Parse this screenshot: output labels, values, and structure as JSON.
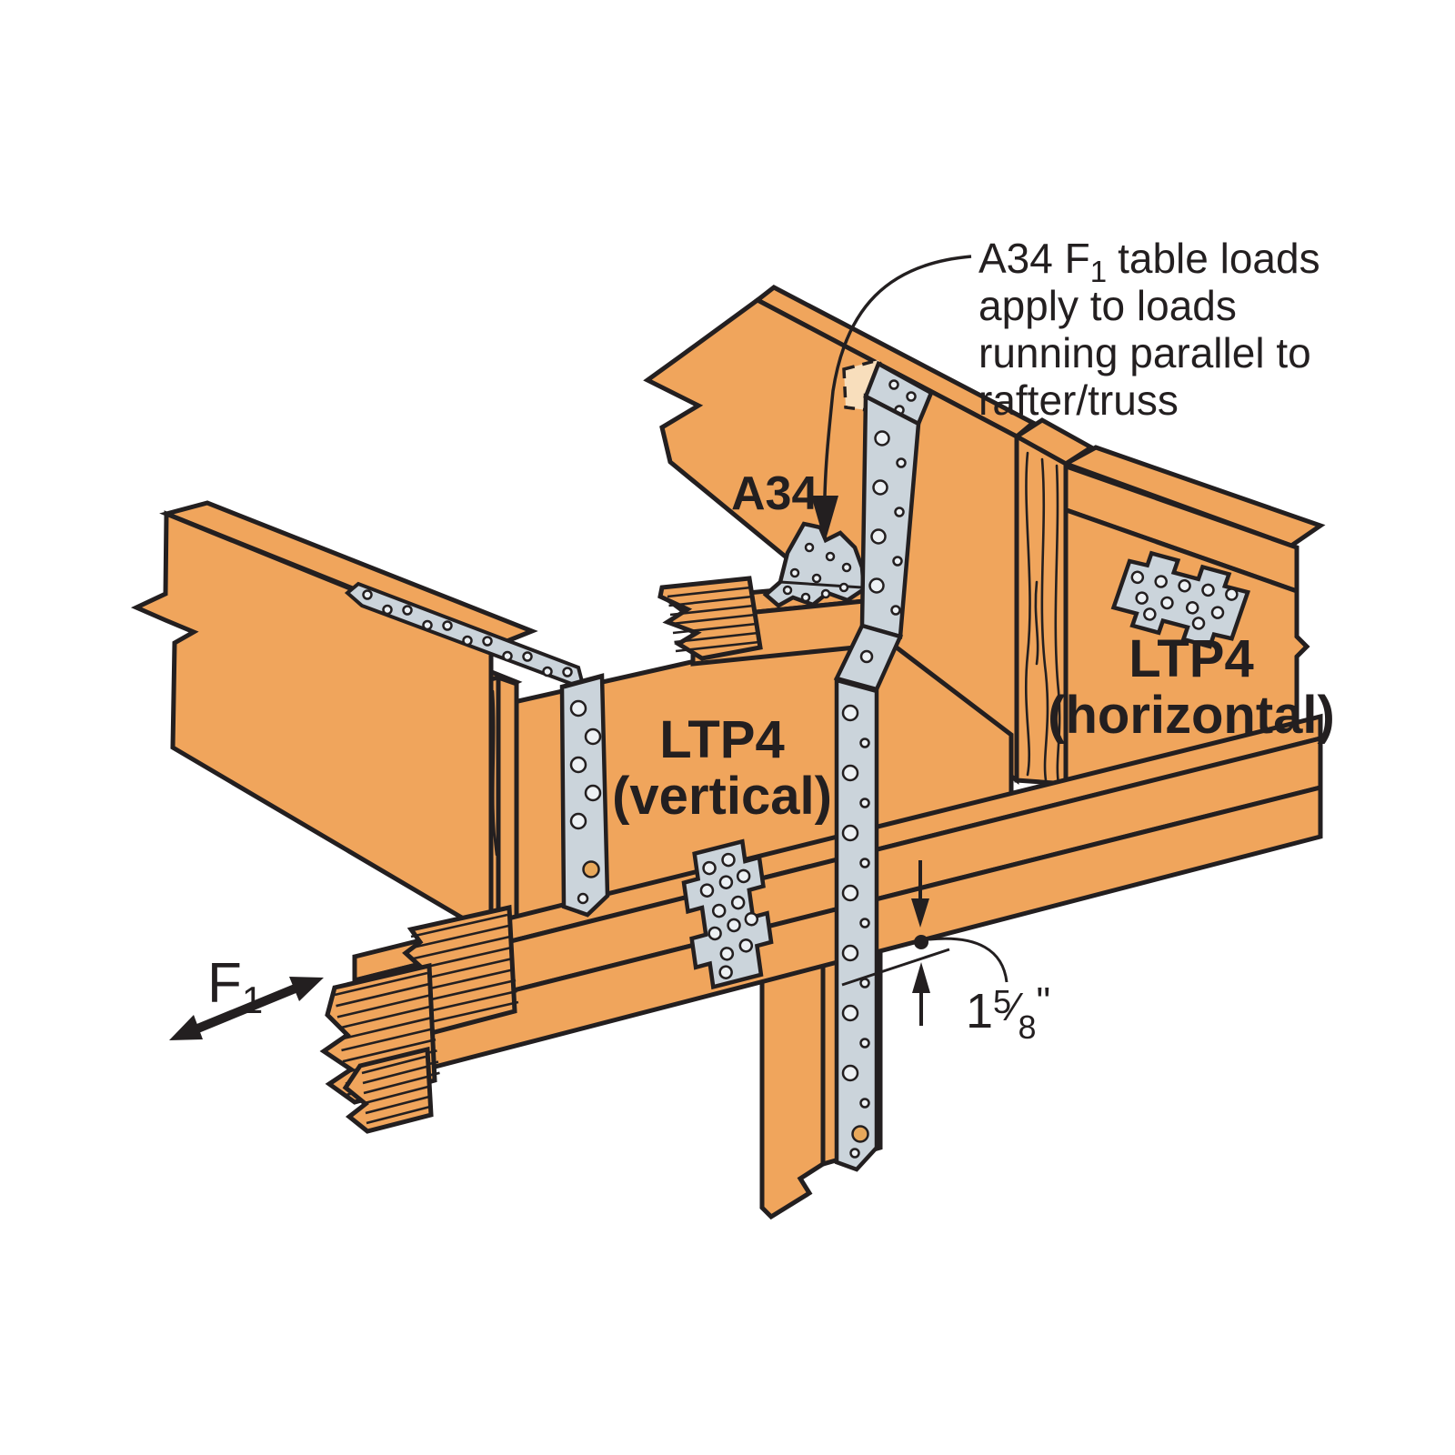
{
  "diagram": {
    "background": "#FFFFFF",
    "palette": {
      "wood": "#F0A55C",
      "metal": "#CBD4DB",
      "outline": "#231F20",
      "hidden_part_fill": "#F8DEBC",
      "hole_fill": "#EDF1F4",
      "wood_through_hole": "#E8A85B"
    },
    "annotation": {
      "line1_prefix": "A34 F",
      "line1_sub": "1",
      "line1_suffix": "table loads",
      "line2": "apply to loads",
      "line3": "running parallel to",
      "line4": "rafter/truss"
    },
    "labels": {
      "a34": "A34",
      "ltp4_vertical_line1": "LTP4",
      "ltp4_vertical_line2": "(vertical)",
      "ltp4_horizontal_line1": "LTP4",
      "ltp4_horizontal_line2": "(horizontal)"
    },
    "force_arrow": {
      "symbol": "F",
      "subscript": "1"
    },
    "dimension": {
      "whole": "1",
      "numerator": "5",
      "fraction_slash": "⁄",
      "denominator": "8",
      "unit": "\""
    }
  }
}
